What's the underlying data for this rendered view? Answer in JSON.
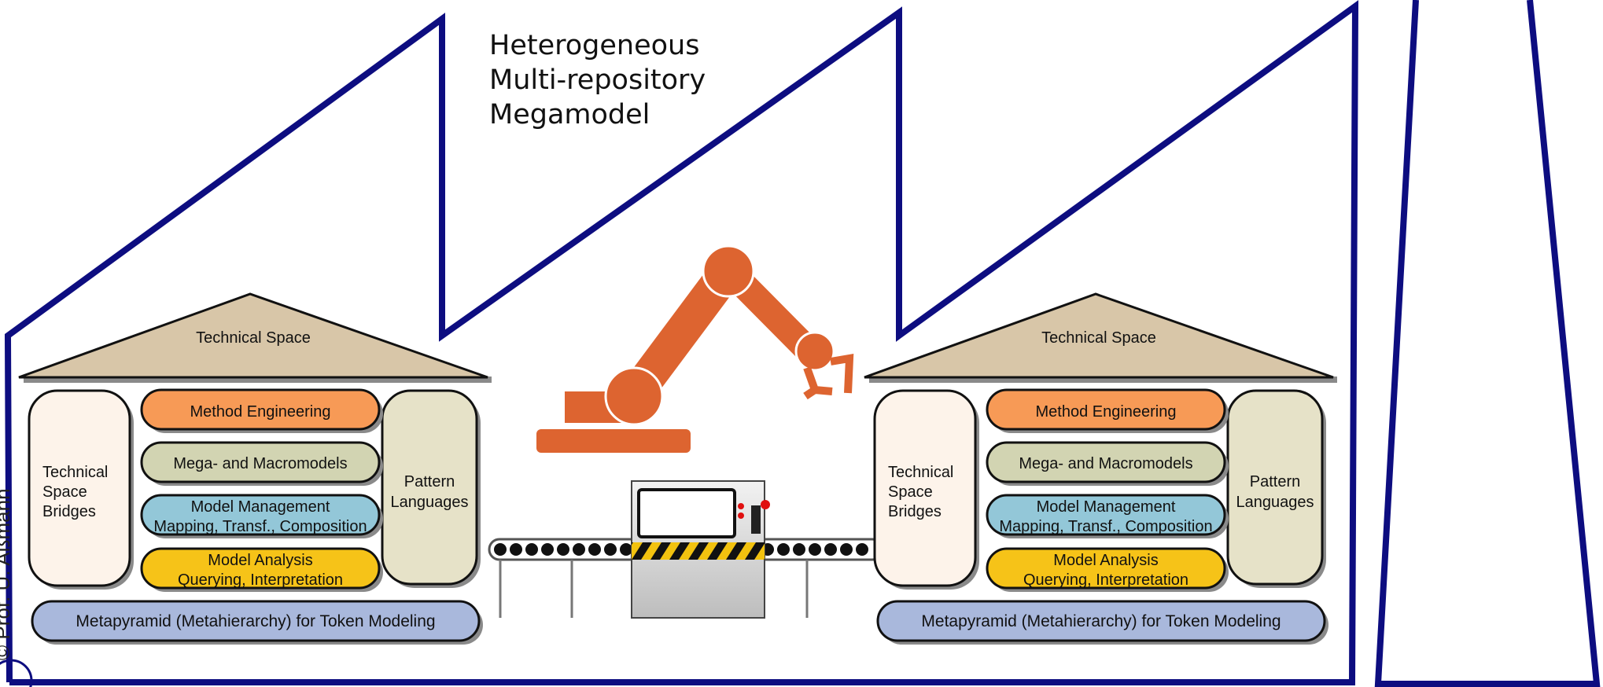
{
  "title_lines": [
    "Heterogeneous",
    "Multi-repository",
    "Megamodel"
  ],
  "copyright": "© Prof. U. Aßmann",
  "technical_space": {
    "roof_label": "Technical Space",
    "left_column": [
      "Technical",
      "Space",
      "Bridges"
    ],
    "right_column": [
      "Pattern",
      "Languages"
    ],
    "method_engineering": "Method Engineering",
    "megamodels": "Mega- and Macromodels",
    "model_management": [
      "Model Management",
      "Mapping, Transf., Composition"
    ],
    "model_analysis": [
      "Model Analysis",
      "Querying, Interpretation"
    ],
    "metapyramid": "Metapyramid (Metahierarchy) for Token Modeling"
  },
  "colors": {
    "factory_outline": "#0d0d80",
    "roof": "#d8c6a8",
    "bridges_box": "#fdf3ea",
    "pattern_box": "#e6e2c8",
    "method_engineering": "#f79a56",
    "megamodels": "#d2d4b2",
    "model_management": "#93c7d8",
    "model_analysis": "#f6c318",
    "metapyramid": "#a9b8dc",
    "robot": "#dd6430"
  },
  "icons": [
    "factory-outline-icon",
    "robot-arm-icon",
    "conveyor-belt-icon",
    "control-panel-icon",
    "logo-seal-icon"
  ]
}
